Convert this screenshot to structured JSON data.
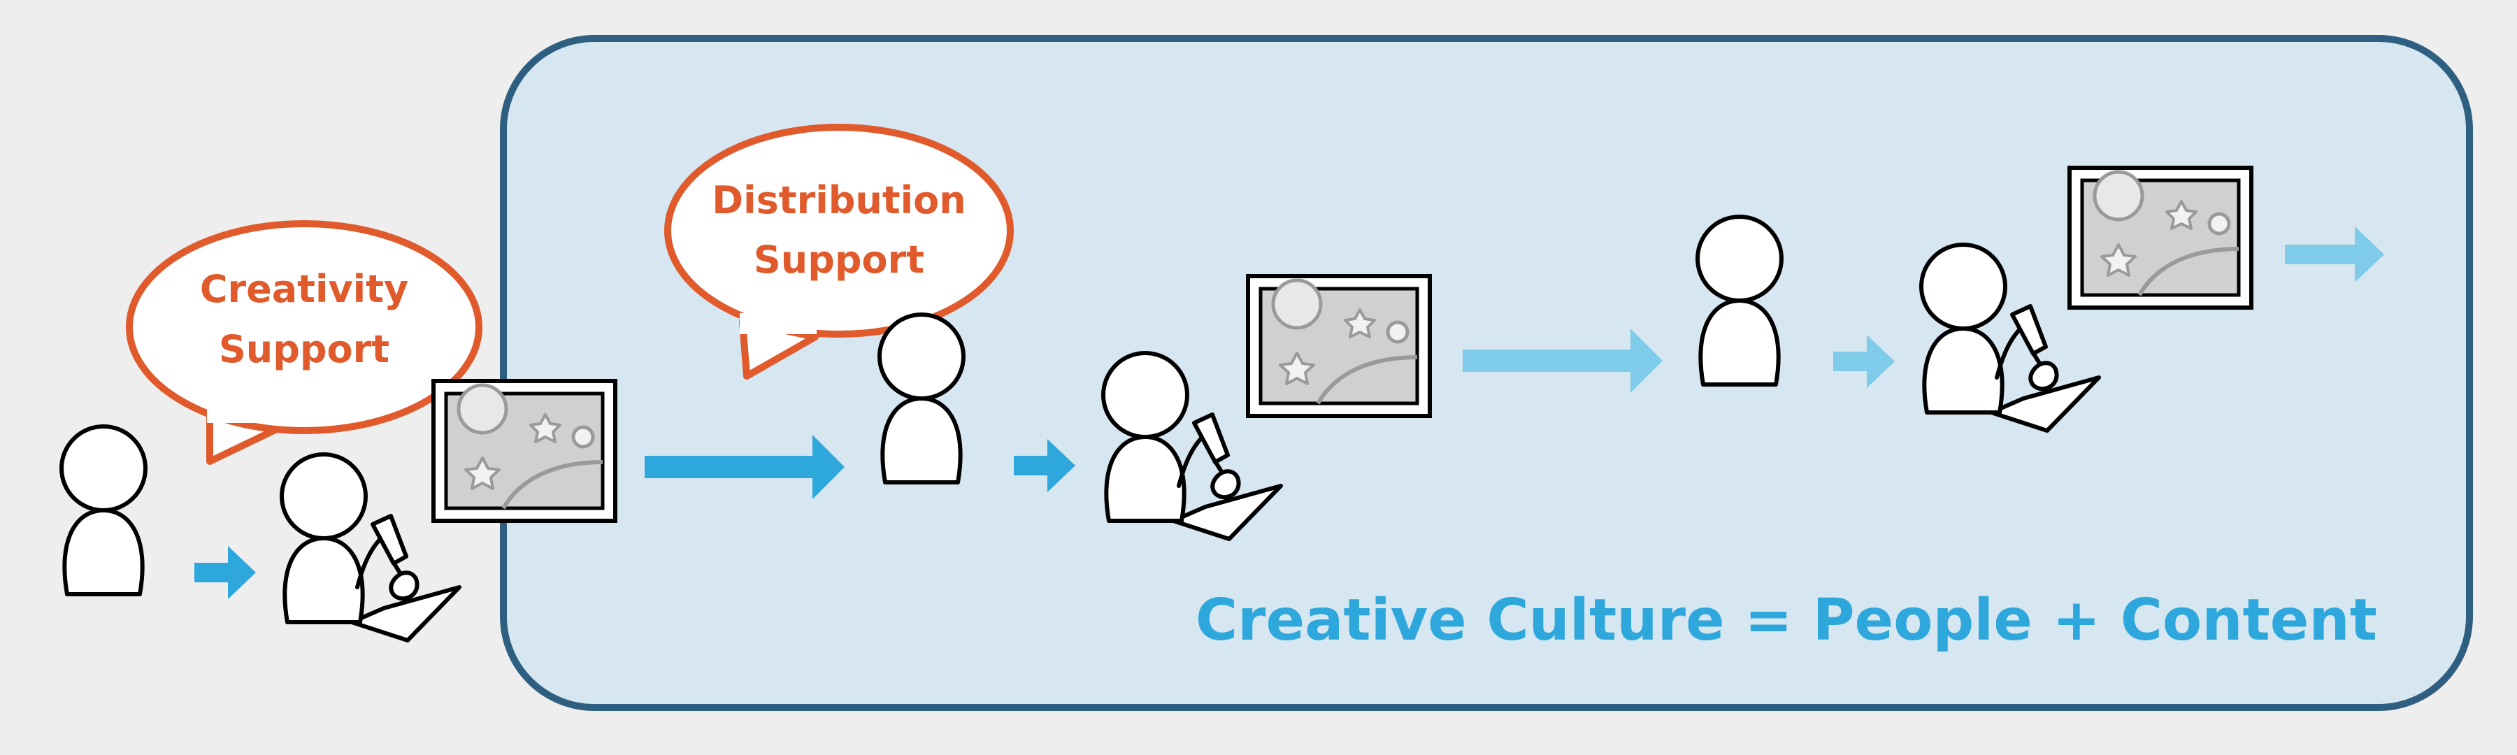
{
  "diagram": {
    "bubbles": {
      "creativity": {
        "line1": "Creativity",
        "line2": "Support"
      },
      "distribution": {
        "line1": "Distribution",
        "line2": "Support"
      }
    },
    "tagline": "Creative Culture = People + Content"
  },
  "colors": {
    "background": "#eeeeee",
    "panel_fill": "#d7e7f1",
    "panel_border": "#2f5f80",
    "bubble_text": "#e05a2b",
    "bubble_border": "#e05a2b",
    "tagline": "#2ea7dc",
    "arrow_strong": "#2ea7dc",
    "arrow_light": "#7fcbea",
    "picture_fill": "#d0d0d0",
    "picture_lines": "#9a9a9a"
  }
}
